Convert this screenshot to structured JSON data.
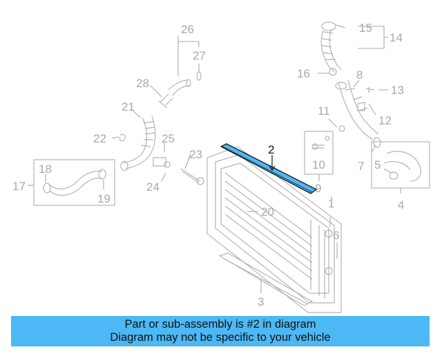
{
  "diagram": {
    "highlight_color": "#4cb8f5",
    "callouts": {
      "c1": "1",
      "c2": "2",
      "c3": "3",
      "c4": "4",
      "c5": "5",
      "c6": "6",
      "c7": "7",
      "c8": "8",
      "c9": "9",
      "c10": "10",
      "c11": "11",
      "c12": "12",
      "c13": "13",
      "c14": "14",
      "c15": "15",
      "c16": "16",
      "c17": "17",
      "c18": "18",
      "c19": "19",
      "c20": "20",
      "c21": "21",
      "c22": "22",
      "c23": "23",
      "c24": "24",
      "c25": "25",
      "c26": "26",
      "c27": "27",
      "c28": "28"
    }
  },
  "banner": {
    "line1": "Part or sub-assembly is #2 in diagram",
    "line2": "Diagram may not be specific to your vehicle"
  }
}
